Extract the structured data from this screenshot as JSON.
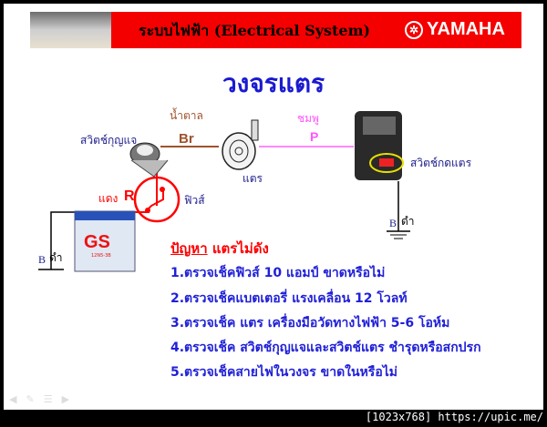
{
  "header": {
    "title": "ระบบไฟฟ้า (Electrical System)",
    "brand": "YAMAHA"
  },
  "main_title": "วงจรแตร",
  "diagram": {
    "key_switch": "สวิตช์กุญแจ",
    "brown_wire_thai": "น้ำตาล",
    "brown_wire_code": "Br",
    "horn": "แตร",
    "pink_wire_thai": "ชมพู",
    "pink_wire_code": "P",
    "horn_switch": "สวิตช์กดแตร",
    "red_wire_thai": "แดง",
    "red_wire_code": "R",
    "fuse": "ฟิวส์",
    "ground_left_code": "B",
    "ground_left_thai": "ดำ",
    "ground_right_code": "B",
    "ground_right_thai": "ดำ",
    "battery_brand": "GS",
    "battery_model": "12N5-3B"
  },
  "problem": {
    "label": "ปัญหา",
    "title": "แตรไม่ดัง",
    "items": [
      "1.ตรวจเช็คฟิวส์ 10 แอมป์ ขาดหรือไม่",
      "2.ตรวจเช็คแบตเตอรี่ แรงเคลื่อน 12 โวลท์",
      "3.ตรวจเช็ค แตร เครื่องมือวัดทางไฟฟ้า 5-6 โอห์ม",
      "4.ตรวจเช็ค สวิตช์กุญแจและสวิตช์แตร ชำรุดหรือสกปรก",
      "5.ตรวจเช็คสายไฟในวงจร ขาดในหรือไม่"
    ]
  },
  "colors": {
    "header_red": "#f40000",
    "title_blue": "#1a1ad0",
    "brown_wire": "#a0522d",
    "pink_wire": "#ff55ff",
    "red_wire": "#ff0000"
  },
  "watermark": "[1023x768] https://upic.me/"
}
